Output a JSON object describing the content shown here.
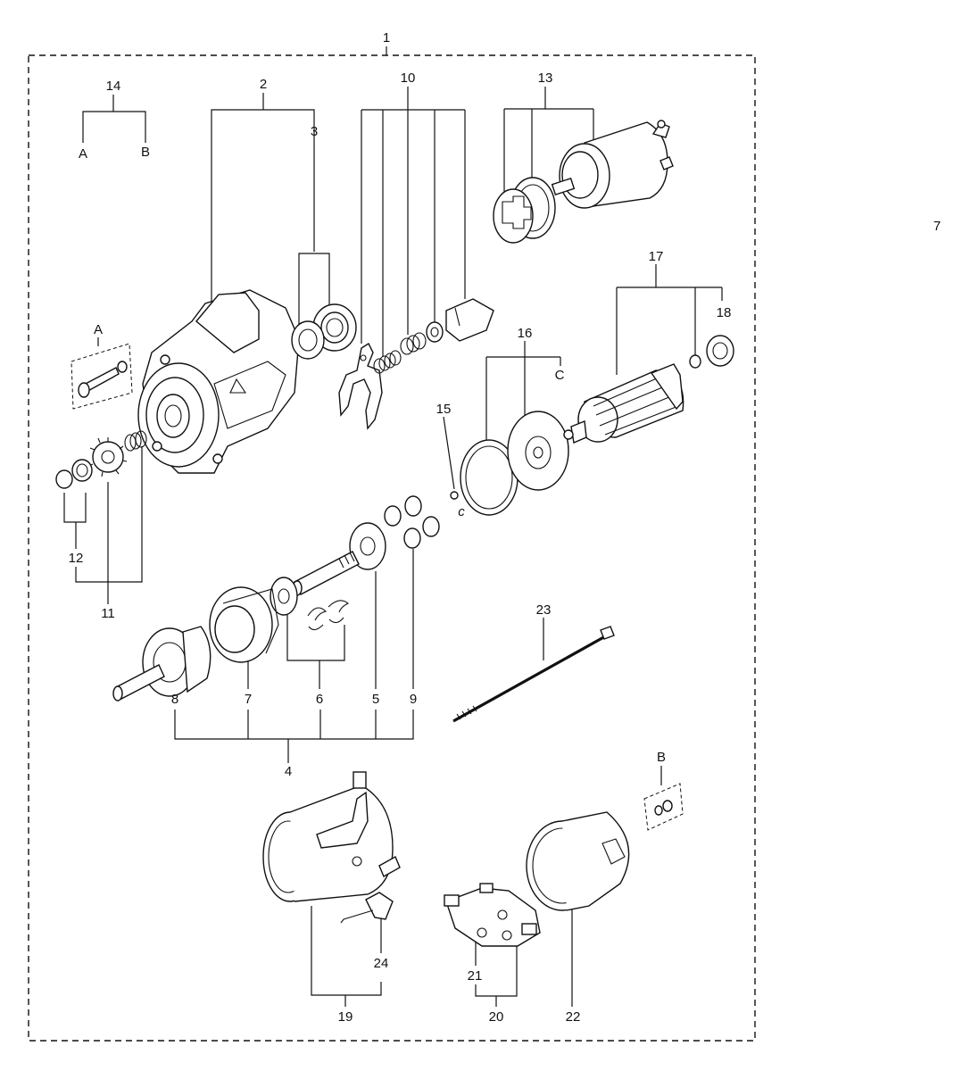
{
  "page_number": "7",
  "labels": {
    "l1": "1",
    "l2": "2",
    "l3": "3",
    "l4": "4",
    "l5": "5",
    "l6": "6",
    "l7": "7",
    "l8": "8",
    "l9": "9",
    "l10": "10",
    "l11": "11",
    "l12": "12",
    "l13": "13",
    "l14": "14",
    "l15": "15",
    "l16": "16",
    "l17": "17",
    "l18": "18",
    "l19": "19",
    "l20": "20",
    "l21": "21",
    "l22": "22",
    "l23": "23",
    "l24": "24"
  },
  "refs": {
    "a_top": "A",
    "b_top": "B",
    "a_detail": "A",
    "b_detail": "B",
    "c": "C",
    "c_clip": "c"
  }
}
